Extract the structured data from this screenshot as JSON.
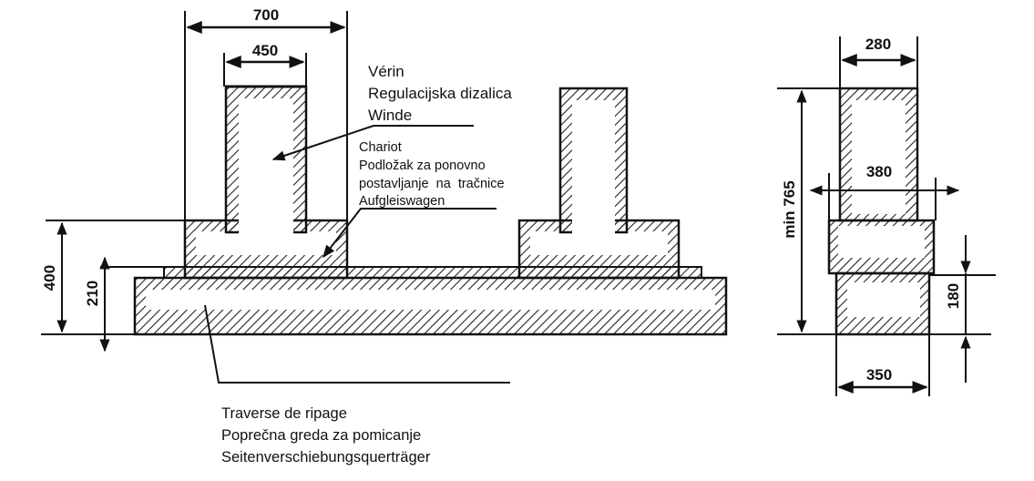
{
  "dimensions": {
    "jack_base_width": "700",
    "jack_stem_width": "450",
    "beam_total_height": "400",
    "beam_height": "210",
    "side_top_width": "280",
    "side_mid_width": "380",
    "side_min_height": "min 765",
    "side_beam_height": "180",
    "side_beam_width": "350"
  },
  "labels": {
    "jack": [
      "Vérin",
      "Regulacijska dizalica",
      "Winde"
    ],
    "carriage": [
      "Chariot",
      "Podložak za ponovno",
      "postavljanje  na  tračnice",
      "Aufgleiswagen"
    ],
    "beam": [
      "Traverse de ripage",
      "Poprečna greda za pomicanje",
      "Seitenverschiebungsquerträger"
    ]
  },
  "colors": {
    "ink": "#111111",
    "background": "#ffffff"
  }
}
